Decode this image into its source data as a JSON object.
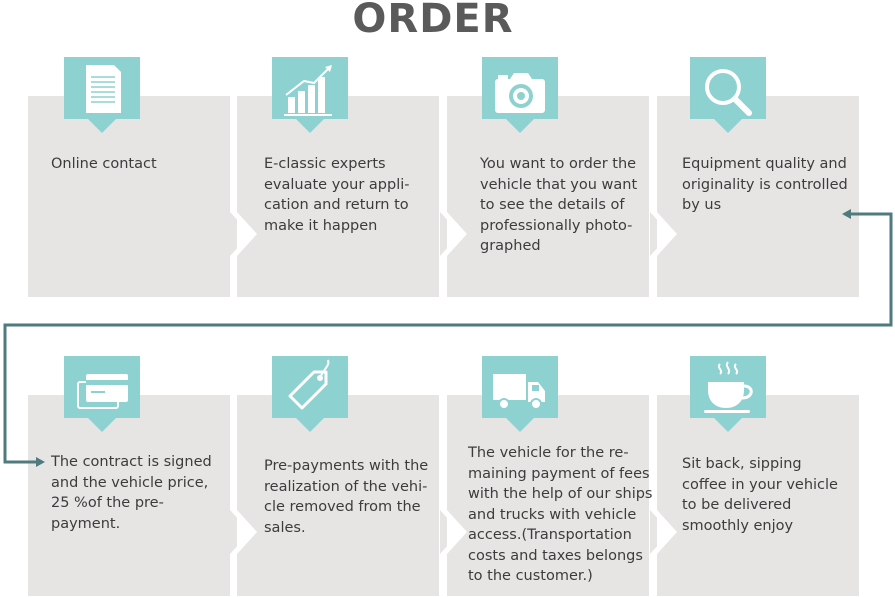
{
  "title": "ORDER",
  "steps": [
    {
      "icon": "document-icon",
      "text": "Online contact"
    },
    {
      "icon": "bar-chart-icon",
      "text": "E-classic experts\nevaluate your appli-\ncation and return to\nmake it happen"
    },
    {
      "icon": "camera-icon",
      "text": "You want to order the\nvehicle that you want\nto see the details of\nprofessionally photo-\ngraphed"
    },
    {
      "icon": "magnifier-icon",
      "text": "Equipment quality and\noriginality is controlled\nby us"
    },
    {
      "icon": "credit-card-icon",
      "text": "The contract is signed\nand the vehicle price,\n25 %of the pre-\npayment."
    },
    {
      "icon": "price-tag-icon",
      "text": "Pre-payments with the\nrealization of the vehi-\ncle removed from the\nsales."
    },
    {
      "icon": "truck-icon",
      "text": "The vehicle for the re-\nmaining payment of fees\nwith the help of our ships\nand trucks with vehicle\naccess.(Transportation\ncosts and taxes belongs\nto the customer.)"
    },
    {
      "icon": "coffee-cup-icon",
      "text": "Sit back, sipping\ncoffee in your vehicle\nto be delivered\nsmoothly enjoy"
    }
  ],
  "colors": {
    "teal": "#8ed1d1",
    "card": "#e6e5e4",
    "connector": "#4f7a7e",
    "title": "#5a5a5a"
  }
}
